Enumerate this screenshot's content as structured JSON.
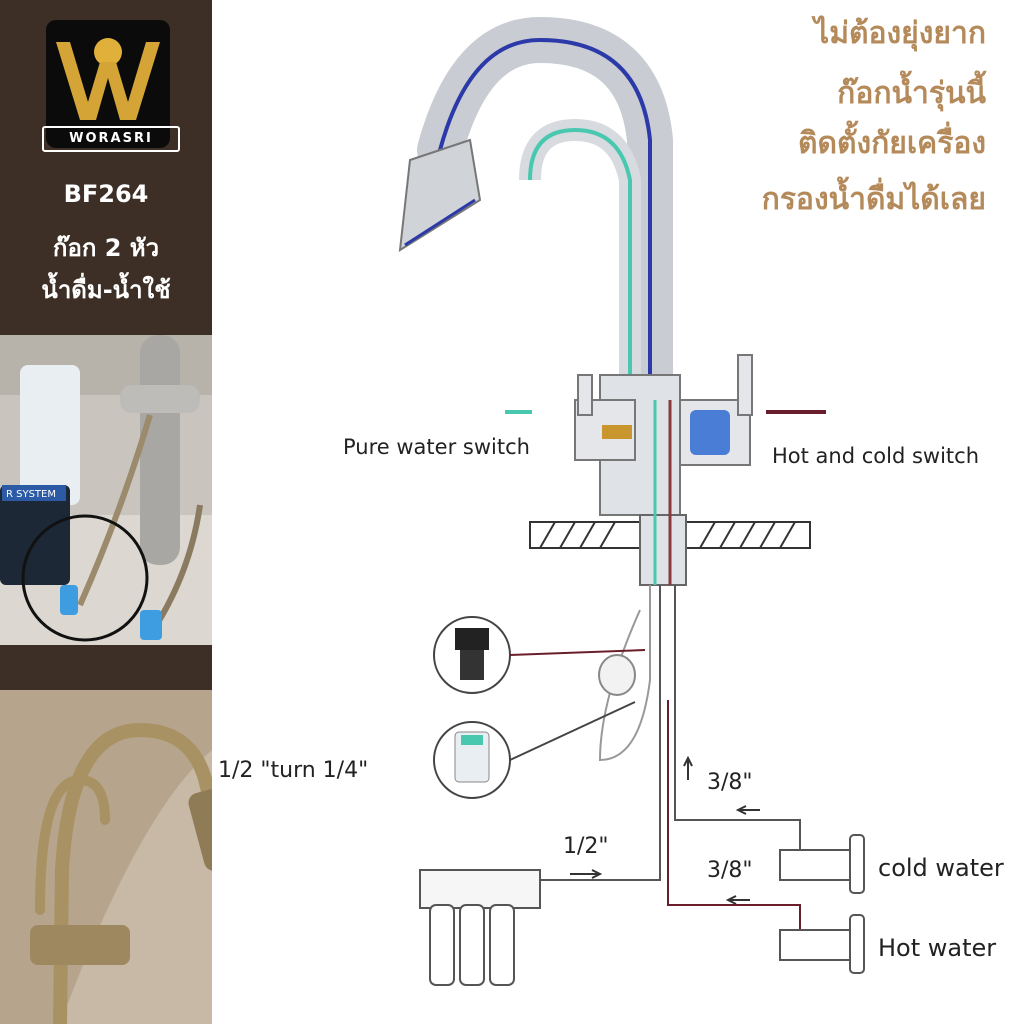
{
  "brand": {
    "name": "WORASRI"
  },
  "product": {
    "model": "BF264",
    "line1": "ก๊อก 2 หัว",
    "line2": "น้ำดื่ม-น้ำใช้"
  },
  "photo_label": "R SYSTEM",
  "headline": [
    "ไม่ต้องยุ่งยาก",
    "ก๊อกน้ำรุ่นนี้",
    "ติดตั้งกัยเครื่อง",
    "กรองน้ำดื่มได้เลย"
  ],
  "diagram": {
    "pure_switch": "Pure water switch",
    "hot_cold_switch": "Hot and cold switch",
    "turn_label": "1/2 \"turn 1/4\"",
    "size_38_top": "3/8\"",
    "size_12": "1/2\"",
    "size_38_bottom": "3/8\"",
    "cold_water": "cold water",
    "hot_water": "Hot water"
  },
  "colors": {
    "accent": "#b58a5b",
    "panel": "#3d2f26",
    "gold": "#d4a437",
    "blue": "#2b3aa8",
    "teal": "#49c8b0"
  }
}
